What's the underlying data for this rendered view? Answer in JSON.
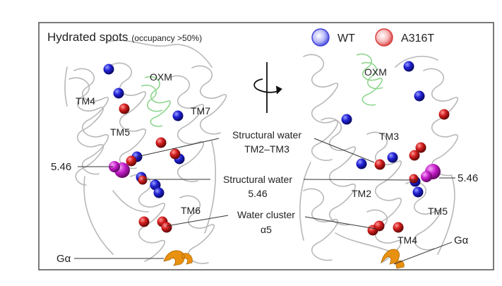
{
  "title": {
    "main": "Hydrated spots",
    "sub": "(occupancy >50%)"
  },
  "legend": [
    {
      "label": "WT",
      "color": "#1a1ad1"
    },
    {
      "label": "A316T",
      "color": "#d41e1e"
    }
  ],
  "left_panel": {
    "labels": {
      "oxm": "OXM",
      "tm4": "TM4",
      "tm5": "TM5",
      "tm6": "TM6",
      "tm7": "TM7",
      "pos546": "5.46",
      "galpha": "Gα"
    }
  },
  "right_panel": {
    "labels": {
      "oxm": "OXM",
      "tm2": "TM2",
      "tm3": "TM3",
      "tm4": "TM4",
      "tm5": "TM5",
      "pos546": "5.46",
      "galpha": "Gα"
    }
  },
  "callouts": {
    "structural_water_1_line1": "Structural water",
    "structural_water_1_line2": "TM2–TM3",
    "structural_water_2_line1": "Structural water",
    "structural_water_2_line2": "5.46",
    "water_cluster_line1": "Water cluster",
    "water_cluster_line2": "α5"
  },
  "colors": {
    "wt_sphere": "#1a1ad1",
    "a316t_sphere": "#d41e1e",
    "residue_546": "#c41cc8",
    "oxm_helix": "#8fd68f",
    "galpha": "#e8900f",
    "receptor_outline": "#b5b5b5"
  },
  "icons": [
    "rotation-arrow-icon"
  ]
}
